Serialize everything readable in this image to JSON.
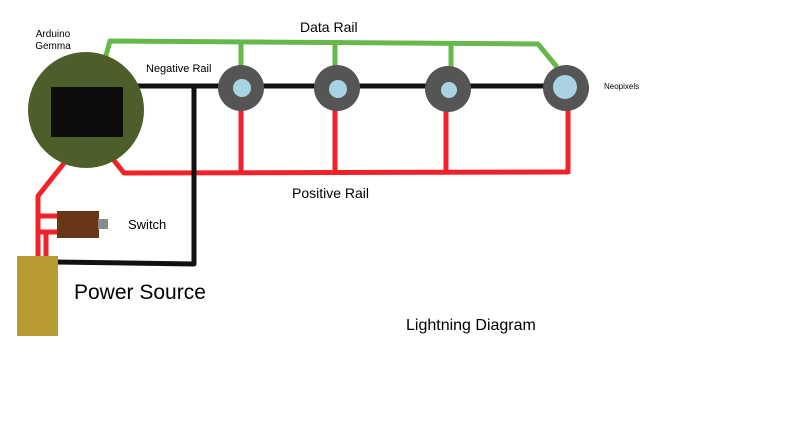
{
  "labels": {
    "arduino": "Arduino Gemma",
    "data_rail": "Data Rail",
    "negative_rail": "Negative Rail",
    "neopixels": "Neopixels",
    "positive_rail": "Positive Rail",
    "switch": "Switch",
    "power_source": "Power Source",
    "diagram_title": "Lightning Diagram"
  },
  "colors": {
    "data_wire": "#66b84c",
    "negative_wire": "#111111",
    "positive_wire": "#f2222a",
    "board": "#4d5e2a",
    "board_chip": "#0d0d0d",
    "neopixel_body": "#555555",
    "neopixel_led": "#a9d3e2",
    "switch_body": "#6a3618",
    "switch_toggle": "#8a8a8a",
    "power_source": "#b89a30"
  },
  "neopixel_count": 4
}
